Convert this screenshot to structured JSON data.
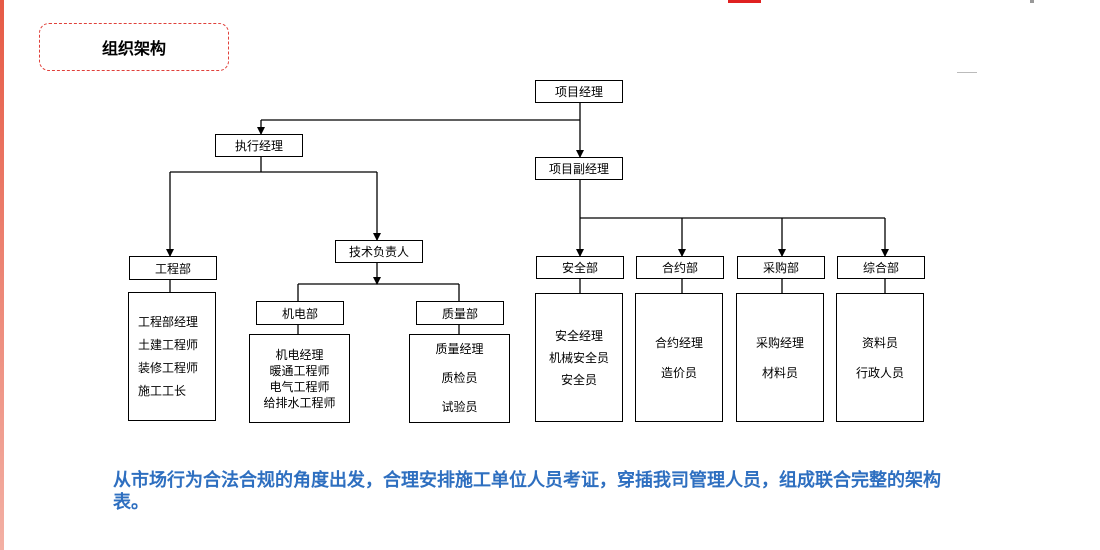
{
  "page_title": "组织架构",
  "nodes": {
    "project_manager": "项目经理",
    "executive_manager": "执行经理",
    "deputy_manager": "项目副经理",
    "tech_lead": "技术负责人",
    "engineering": "工程部",
    "mep": "机电部",
    "quality": "质量部",
    "safety": "安全部",
    "contract": "合约部",
    "procurement": "采购部",
    "general": "综合部"
  },
  "lists": {
    "engineering": [
      "工程部经理",
      "土建工程师",
      "装修工程师",
      "施工工长"
    ],
    "mep": [
      "机电经理",
      "暖通工程师",
      "电气工程师",
      "给排水工程师"
    ],
    "quality": [
      "质量经理",
      "质检员",
      "试验员"
    ],
    "safety": [
      "安全经理",
      "机械安全员",
      "安全员"
    ],
    "contract": [
      "合约经理",
      "造价员"
    ],
    "procurement": [
      "采购经理",
      "材料员"
    ],
    "general": [
      "资料员",
      "行政人员"
    ]
  },
  "footer_text": "从市场行为合法合规的角度出发，合理安排施工单位人员考证，穿插我司管理人员，组成联合完整的架构表。"
}
